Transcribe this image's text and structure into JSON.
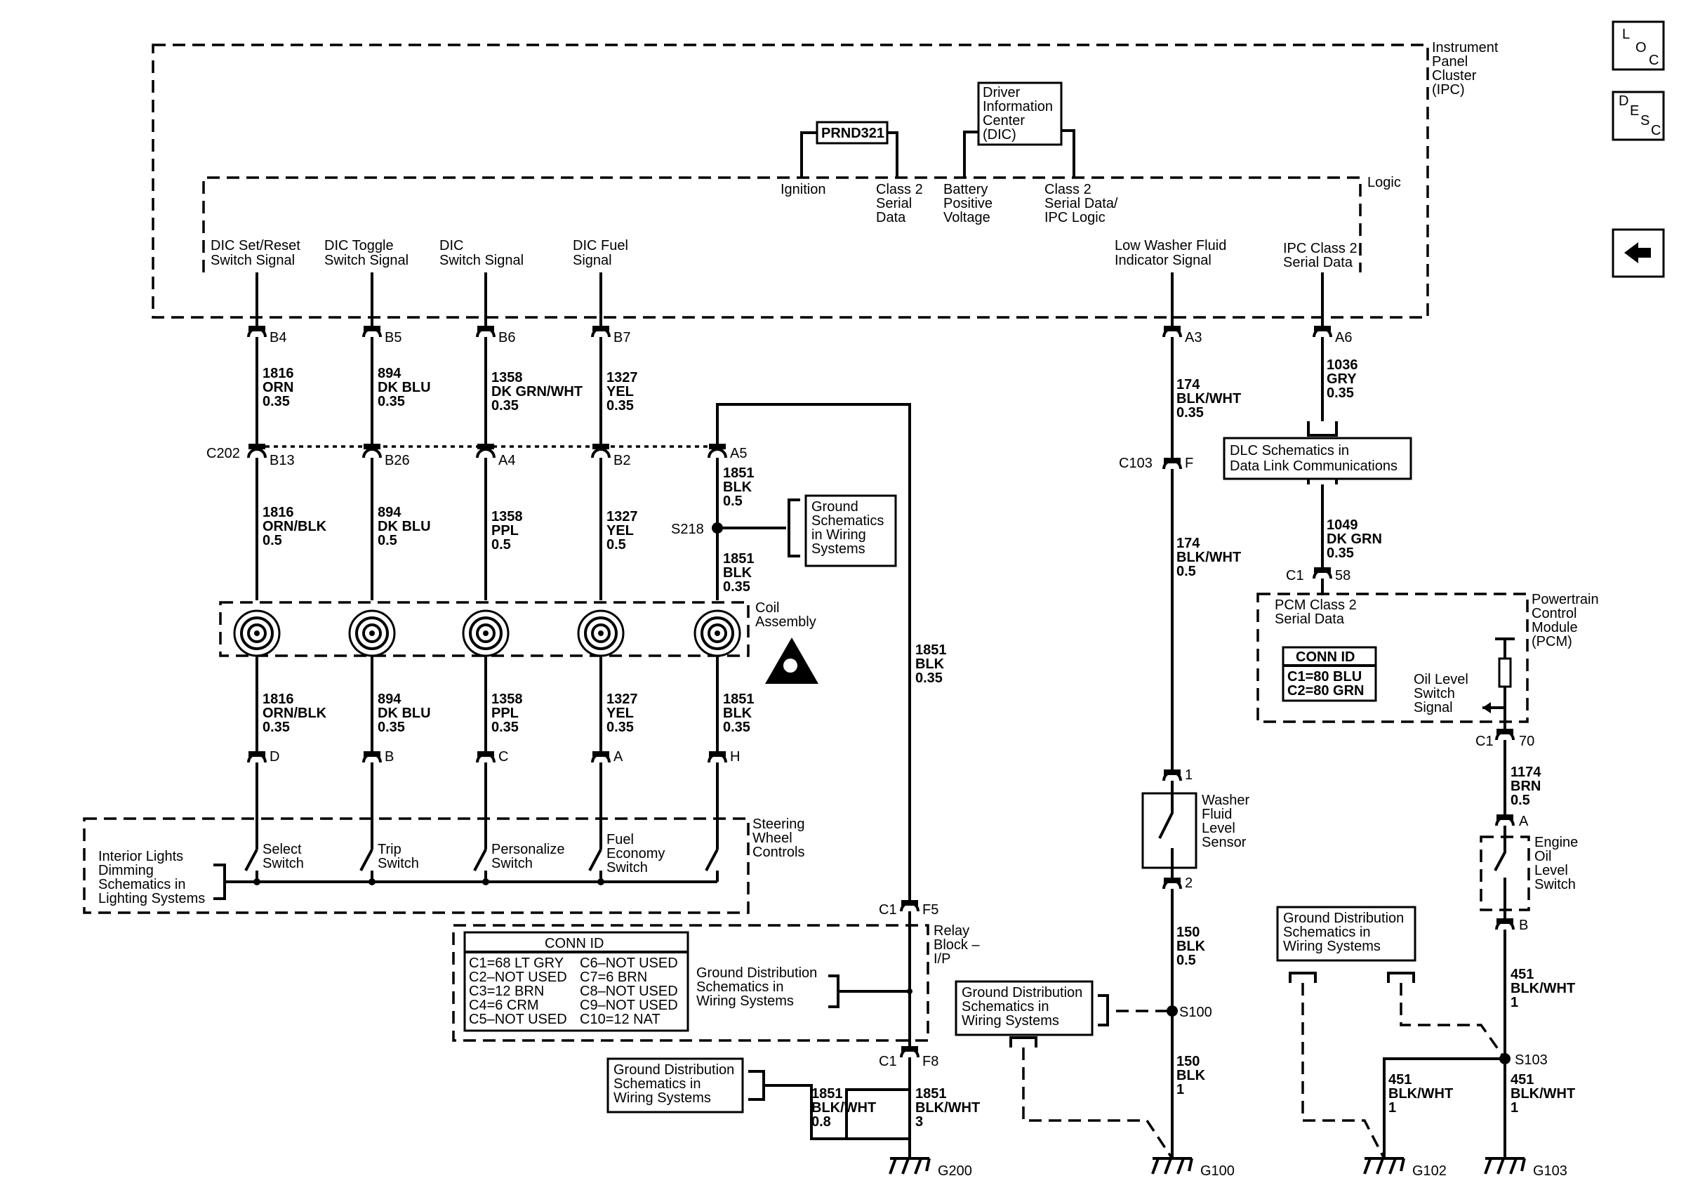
{
  "nav": {
    "loc_l": "L",
    "loc_o": "O",
    "loc_c": "C",
    "desc_d": "D",
    "desc_e": "E",
    "desc_s": "S",
    "desc_c": "C"
  },
  "ipc": {
    "title": [
      "Instrument",
      "Panel",
      "Cluster",
      "(IPC)"
    ],
    "logic": "Logic",
    "prnd": "PRND321",
    "dic": [
      "Driver",
      "Information",
      "Center",
      "(DIC)"
    ],
    "ign": "Ignition",
    "cls2": [
      "Class 2",
      "Serial",
      "Data"
    ],
    "batt": [
      "Battery",
      "Positive",
      "Voltage"
    ],
    "cls2b": [
      "Class 2",
      "Serial Data/",
      "IPC Logic"
    ]
  },
  "sig": {
    "s1": [
      "DIC Set/Reset",
      "Switch Signal"
    ],
    "s2": [
      "DIC Toggle",
      "Switch Signal"
    ],
    "s3": [
      "DIC",
      "Switch Signal"
    ],
    "s4": [
      "DIC Fuel",
      "Signal"
    ],
    "s5": [
      "Low Washer Fluid",
      "Indicator Signal"
    ],
    "s6": [
      "IPC Class 2",
      "Serial Data"
    ]
  },
  "pins": {
    "b4": "B4",
    "b5": "B5",
    "b6": "B6",
    "b7": "B7",
    "a3": "A3",
    "a6": "A6",
    "b13": "B13",
    "b26": "B26",
    "a4": "A4",
    "b2": "B2",
    "a5": "A5",
    "c202": "C202",
    "d": "D",
    "b": "B",
    "c": "C",
    "a": "A",
    "h": "H",
    "c103": "C103",
    "f": "F",
    "one": "1",
    "two": "2",
    "c1a": "C1",
    "p58": "58",
    "c1b": "C1",
    "p70": "70",
    "pa": "A",
    "pb": "B",
    "c1c": "C1",
    "f5": "F5",
    "c1d": "C1",
    "f8": "F8"
  },
  "wires": {
    "w1": [
      "1816",
      "ORN",
      "0.35"
    ],
    "w2": [
      "894",
      "DK BLU",
      "0.35"
    ],
    "w3": [
      "1358",
      "DK GRN/WHT",
      "0.35"
    ],
    "w4": [
      "1327",
      "YEL",
      "0.35"
    ],
    "w5": [
      "1816",
      "ORN/BLK",
      "0.5"
    ],
    "w6": [
      "894",
      "DK BLU",
      "0.5"
    ],
    "w7": [
      "1358",
      "PPL",
      "0.5"
    ],
    "w8": [
      "1327",
      "YEL",
      "0.5"
    ],
    "w9": [
      "1851",
      "BLK",
      "0.5"
    ],
    "w10": [
      "1851",
      "BLK",
      "0.35"
    ],
    "w11": [
      "1816",
      "ORN/BLK",
      "0.35"
    ],
    "w12": [
      "894",
      "DK BLU",
      "0.35"
    ],
    "w13": [
      "1358",
      "PPL",
      "0.35"
    ],
    "w14": [
      "1327",
      "YEL",
      "0.35"
    ],
    "w15": [
      "1851",
      "BLK",
      "0.35"
    ],
    "w16": [
      "1851",
      "BLK",
      "0.35"
    ],
    "w17": [
      "174",
      "BLK/WHT",
      "0.35"
    ],
    "w18": [
      "174",
      "BLK/WHT",
      "0.5"
    ],
    "w19": [
      "150",
      "BLK",
      "0.5"
    ],
    "w20": [
      "150",
      "BLK",
      "1"
    ],
    "w21": [
      "1036",
      "GRY",
      "0.35"
    ],
    "w22": [
      "1049",
      "DK GRN",
      "0.35"
    ],
    "w23": [
      "1174",
      "BRN",
      "0.5"
    ],
    "w24": [
      "451",
      "BLK/WHT",
      "1"
    ],
    "w25": [
      "451",
      "BLK/WHT",
      "1"
    ],
    "w26": [
      "451",
      "BLK/WHT",
      "1"
    ],
    "w27": [
      "1851",
      "BLK/WHT",
      "0.8"
    ],
    "w28": [
      "1851",
      "BLK/WHT",
      "3"
    ]
  },
  "comp": {
    "coil": [
      "Coil",
      "Assembly"
    ],
    "swc": [
      "Steering",
      "Wheel",
      "Controls"
    ],
    "sw1": [
      "Select",
      "Switch"
    ],
    "sw2": [
      "Trip",
      "Switch"
    ],
    "sw3": [
      "Personalize",
      "Switch"
    ],
    "sw4": [
      "Fuel",
      "Economy",
      "Switch"
    ],
    "ild": [
      "Interior Lights",
      "Dimming",
      "Schematics in",
      "Lighting Systems"
    ],
    "washer": [
      "Washer",
      "Fluid",
      "Level",
      "Sensor"
    ],
    "dlc": [
      "DLC Schematics in",
      "Data Link Communications"
    ],
    "pcm_sig": [
      "PCM Class 2",
      "Serial Data"
    ],
    "pcm": [
      "Powertrain",
      "Control",
      "Module",
      "(PCM)"
    ],
    "conn_id": "CONN ID",
    "pcm_c1": "C1=80 BLU",
    "pcm_c2": "C2=80 GRN",
    "oil_sig": [
      "Oil Level",
      "Switch",
      "Signal"
    ],
    "eng_oil": [
      "Engine",
      "Oil",
      "Level",
      "Switch"
    ],
    "relay": [
      "Relay",
      "Block –",
      "I/P"
    ],
    "relay_conn": "CONN ID",
    "relay_rows": [
      "C1=68 LT GRY",
      "C2–NOT USED",
      "C3=12 BRN",
      "C4=6 CRM",
      "C5–NOT USED"
    ],
    "relay_rows2": [
      "C6–NOT USED",
      "C7=6 BRN",
      "C8–NOT USED",
      "C9–NOT USED",
      "C10=12 NAT"
    ]
  },
  "gd": {
    "gd1": [
      "Ground",
      "Schematics",
      "in Wiring",
      "Systems"
    ],
    "gd2": [
      "Ground Distribution",
      "Schematics in",
      "Wiring Systems"
    ],
    "gd3": [
      "Ground Distribution",
      "Schematics in",
      "Wiring Systems"
    ],
    "gd4": [
      "Ground Distribution",
      "Schematics in",
      "Wiring Systems"
    ],
    "gd5": [
      "Ground Distribution",
      "Schematics in",
      "Wiring Systems"
    ]
  },
  "splice": {
    "s218": "S218",
    "s100": "S100",
    "s103": "S103"
  },
  "ground": {
    "g200": "G200",
    "g100": "G100",
    "g102": "G102",
    "g103": "G103"
  }
}
